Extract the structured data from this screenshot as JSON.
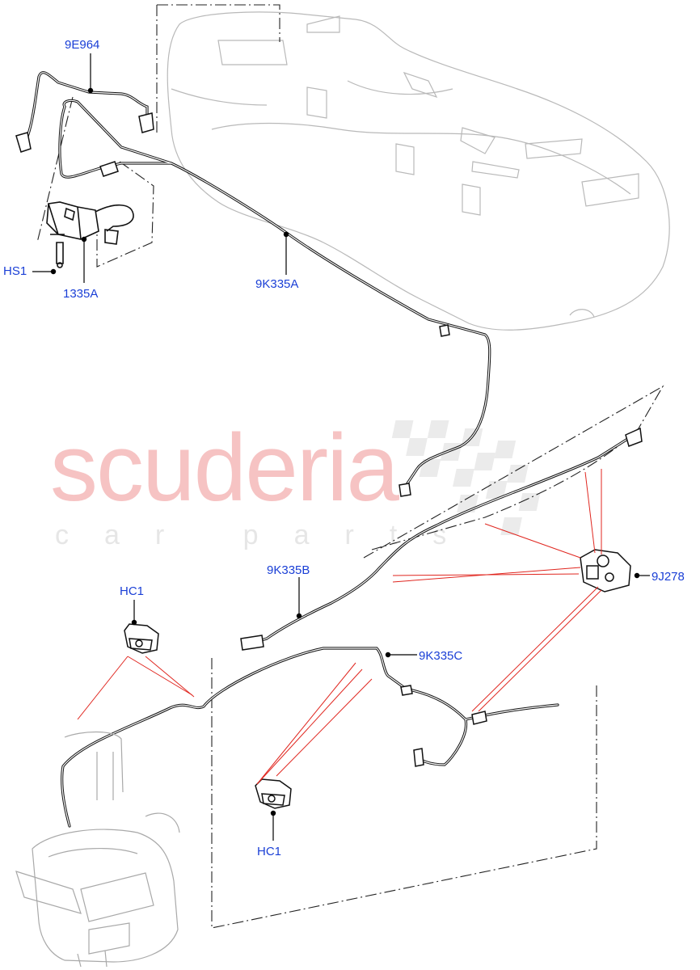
{
  "watermark": {
    "brand": "scuderia",
    "tagline": "car parts"
  },
  "labels": {
    "p_9e964": "9E964",
    "p_hs1": "HS1",
    "p_1335a": "1335A",
    "p_9k335a": "9K335A",
    "p_9k335b": "9K335B",
    "p_9k335c": "9K335C",
    "p_9j278": "9J278",
    "p_hc1_top": "HC1",
    "p_hc1_bottom": "HC1"
  },
  "colors": {
    "label": "#1a3fd6",
    "leader": "#000000",
    "callout": "#e0261f",
    "ghost": "#b9b9b9"
  }
}
